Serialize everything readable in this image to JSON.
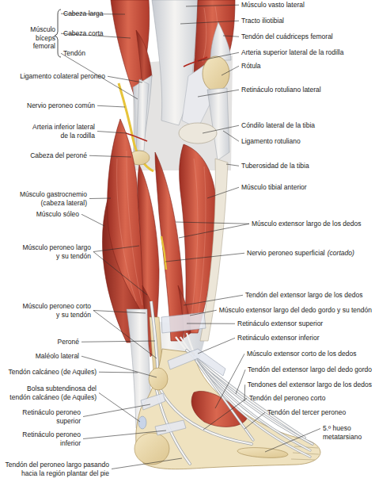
{
  "diagram": {
    "labels": [
      "Músculo bíceps femoral",
      "Cabeza larga",
      "Cabeza corta",
      "Tendón",
      "Ligamento colateral peroneo",
      "Nervio peroneo común",
      "Arteria inferior lateral de la rodilla",
      "Cabeza del peroné",
      "Músculo gastrocnemio (cabeza lateral)",
      "Músculo sóleo",
      "Músculo peroneo largo y su tendón",
      "Músculo peroneo corto y su tendón",
      "Peroné",
      "Maléolo lateral",
      "Tendón calcáneo (de Aquiles)",
      "Bolsa subtendinosa del tendón calcáneo (de Aquiles)",
      "Retináculo peroneo superior",
      "Retináculo peroneo inferior",
      "Tendón del peroneo largo pasando hacia la región plantar del pie",
      "Músculo vasto lateral",
      "Tracto iliotibial",
      "Tendón del cuádriceps femoral",
      "Arteria superior lateral de la rodilla",
      "Rótula",
      "Retináculo rotuliano lateral",
      "Cóndilo lateral de la tibia",
      "Ligamento rotuliano",
      "Tuberosidad de la tibia",
      "Músculo tibial anterior",
      "Músculo extensor largo de los dedos",
      "Nervio peroneo superficial",
      "(cortado)",
      "Tendón del extensor largo de los dedos",
      "Músculo extensor largo del dedo gordo y su tendón",
      "Retináculo extensor superior",
      "Retináculo extensor inferior",
      "Músculo extensor corto de los dedos",
      "Tendón del extensor largo del dedo gordo",
      "Tendones del extensor largo de los dedos",
      "Tendón del peroneo corto",
      "Tendón del tercer peroneo",
      "5.º hueso metatarsiano"
    ]
  }
}
